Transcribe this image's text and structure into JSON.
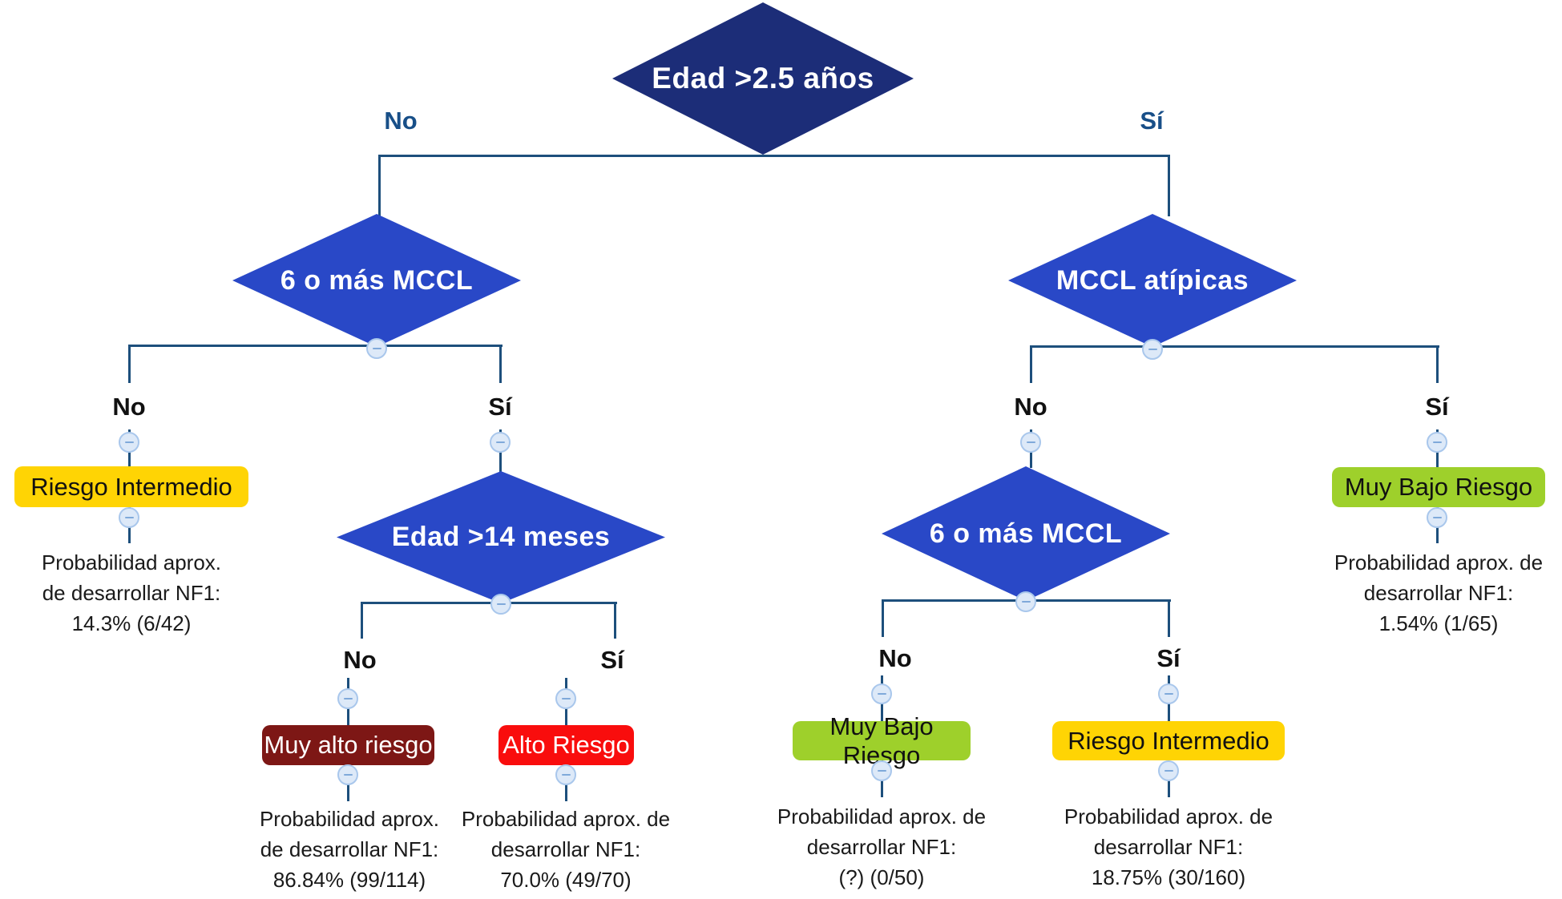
{
  "colors": {
    "navy": "#1c2d78",
    "blue": "#2948c7",
    "yellow": "#ffd404",
    "green": "#9ed02b",
    "dark_red": "#7d1715",
    "red": "#f90d0d",
    "line": "#1d4f7c",
    "label_blue": "#184f88",
    "toggle_fill": "#dde9f8",
    "toggle_border": "#a9c7ec"
  },
  "tree": {
    "root": {
      "question": "Edad >2.5 años",
      "no": "No",
      "yes": "Sí"
    },
    "left": {
      "question": "6 o más MCCL",
      "no": "No",
      "yes": "Sí"
    },
    "left_yes": {
      "question": "Edad >14 meses",
      "no": "No",
      "yes": "Sí"
    },
    "right": {
      "question": "MCCL atípicas",
      "no": "No",
      "yes": "Sí"
    },
    "right_no": {
      "question": "6 o más MCCL",
      "no": "No",
      "yes": "Sí"
    }
  },
  "leaves": {
    "intermediate_left": {
      "risk": "Riesgo Intermedio",
      "probability": [
        "Probabilidad aprox.",
        "de desarrollar NF1:",
        "14.3% (6/42)"
      ]
    },
    "very_high": {
      "risk": "Muy alto riesgo",
      "probability": [
        "Probabilidad aprox.",
        "de desarrollar NF1:",
        "86.84% (99/114)"
      ]
    },
    "high": {
      "risk": "Alto Riesgo",
      "probability": [
        "Probabilidad aprox. de",
        "desarrollar NF1:",
        "70.0% (49/70)"
      ]
    },
    "very_low_center": {
      "risk": "Muy Bajo Riesgo",
      "probability": [
        "Probabilidad aprox. de",
        "desarrollar NF1:",
        "(?) (0/50)"
      ]
    },
    "intermediate_center": {
      "risk": "Riesgo Intermedio",
      "probability": [
        "Probabilidad aprox. de",
        "desarrollar NF1:",
        "18.75% (30/160)"
      ]
    },
    "very_low_right": {
      "risk": "Muy Bajo Riesgo",
      "probability": [
        "Probabilidad aprox. de",
        "desarrollar NF1:",
        "1.54% (1/65)"
      ]
    }
  }
}
